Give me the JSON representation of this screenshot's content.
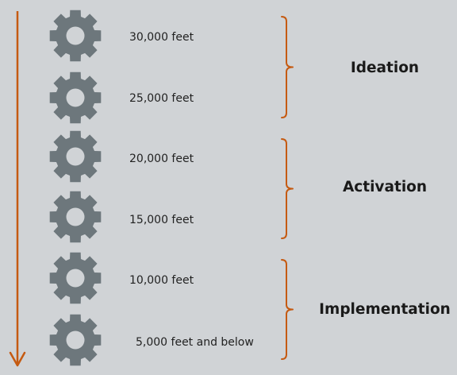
{
  "colors": {
    "background": "#d0d3d6",
    "gear": "#6d777c",
    "accent": "#c55a11",
    "text": "#222222"
  },
  "icons": {
    "gear": "gear-icon",
    "arrow": "down-arrow-icon",
    "bracket": "curly-brace-icon"
  },
  "levels": [
    {
      "label": "30,000 feet"
    },
    {
      "label": "25,000 feet"
    },
    {
      "label": "20,000 feet"
    },
    {
      "label": "15,000 feet"
    },
    {
      "label": "10,000 feet"
    },
    {
      "label": "5,000 feet and below"
    }
  ],
  "phases": [
    {
      "label": "Ideation"
    },
    {
      "label": "Activation"
    },
    {
      "label": "Implementation"
    }
  ]
}
